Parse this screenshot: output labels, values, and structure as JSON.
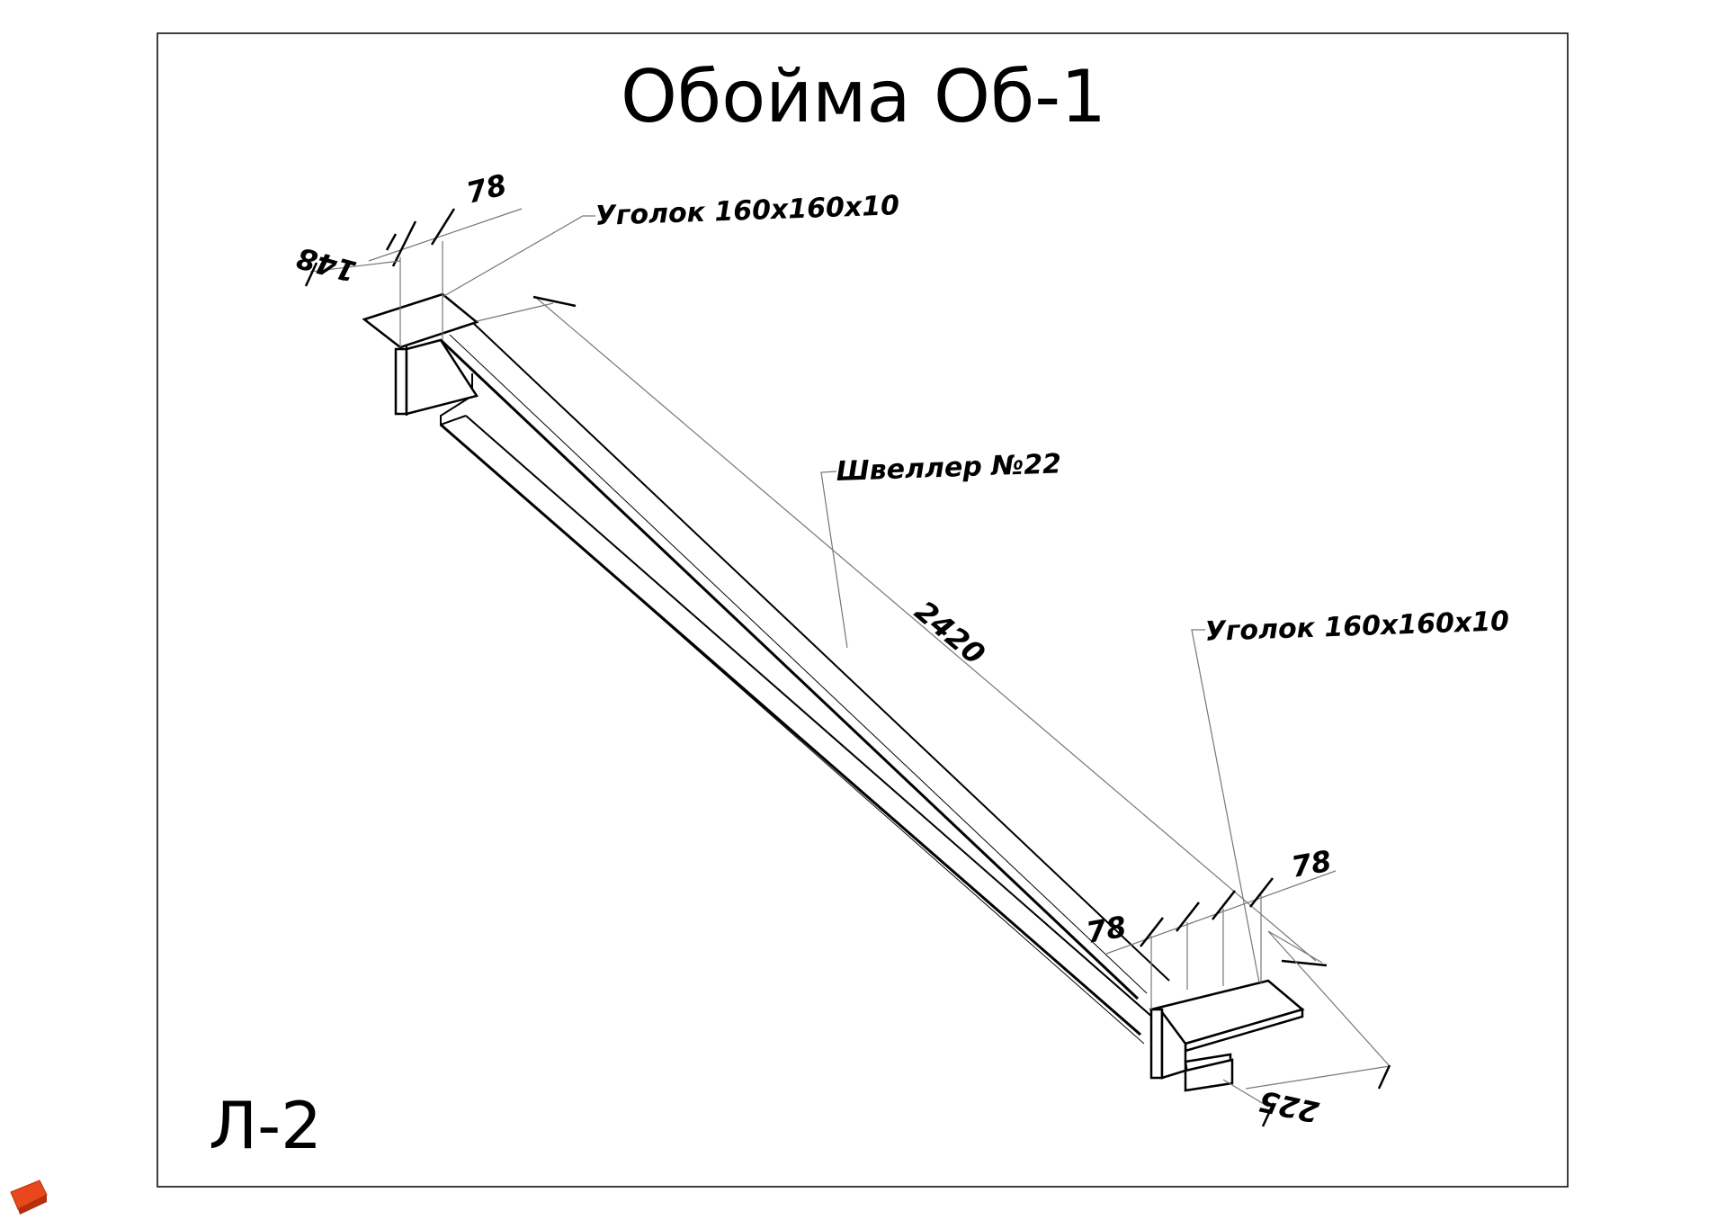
{
  "title": "Обойма Об-1",
  "sheet_label": "Л-2",
  "callouts": {
    "angle_top": "Уголок 160x160x10",
    "channel": "Швеллер №22",
    "angle_bottom": "Уголок 160x160x10"
  },
  "dimensions": {
    "top_width": "78",
    "top_depth": "148",
    "length": "2420",
    "bottom_width_left": "78",
    "bottom_width_right": "78",
    "bottom_depth": "225"
  },
  "logo": {
    "text": "",
    "color": "#e8481c"
  }
}
